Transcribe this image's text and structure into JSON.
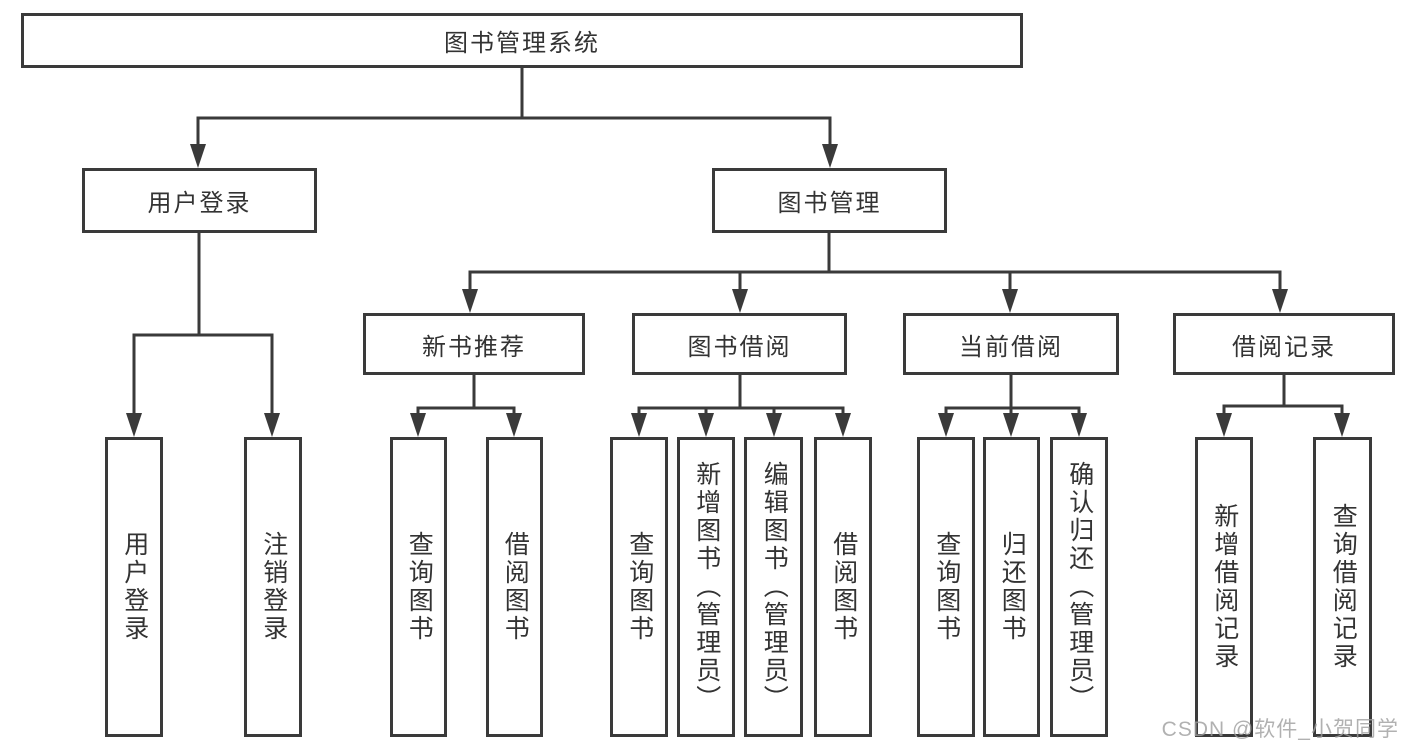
{
  "diagram": {
    "root": {
      "label": "图书管理系统"
    },
    "branches": [
      {
        "label": "用户登录",
        "children": [
          "用户登录",
          "注销登录"
        ]
      },
      {
        "label": "图书管理",
        "sections": [
          {
            "label": "新书推荐",
            "children": [
              "查询图书",
              "借阅图书"
            ]
          },
          {
            "label": "图书借阅",
            "children": [
              "查询图书",
              "新增图书（管理员）",
              "编辑图书（管理员）",
              "借阅图书"
            ]
          },
          {
            "label": "当前借阅",
            "children": [
              "查询图书",
              "归还图书",
              "确认归还（管理员）"
            ]
          },
          {
            "label": "借阅记录",
            "children": [
              "新增借阅记录",
              "查询借阅记录"
            ]
          }
        ]
      }
    ]
  },
  "watermark": {
    "text": "CSDN @软件_小贺同学"
  },
  "colors": {
    "line": "#3a3a3a",
    "text": "#333333",
    "background": "#ffffff",
    "watermark": "#9e9e9e"
  }
}
